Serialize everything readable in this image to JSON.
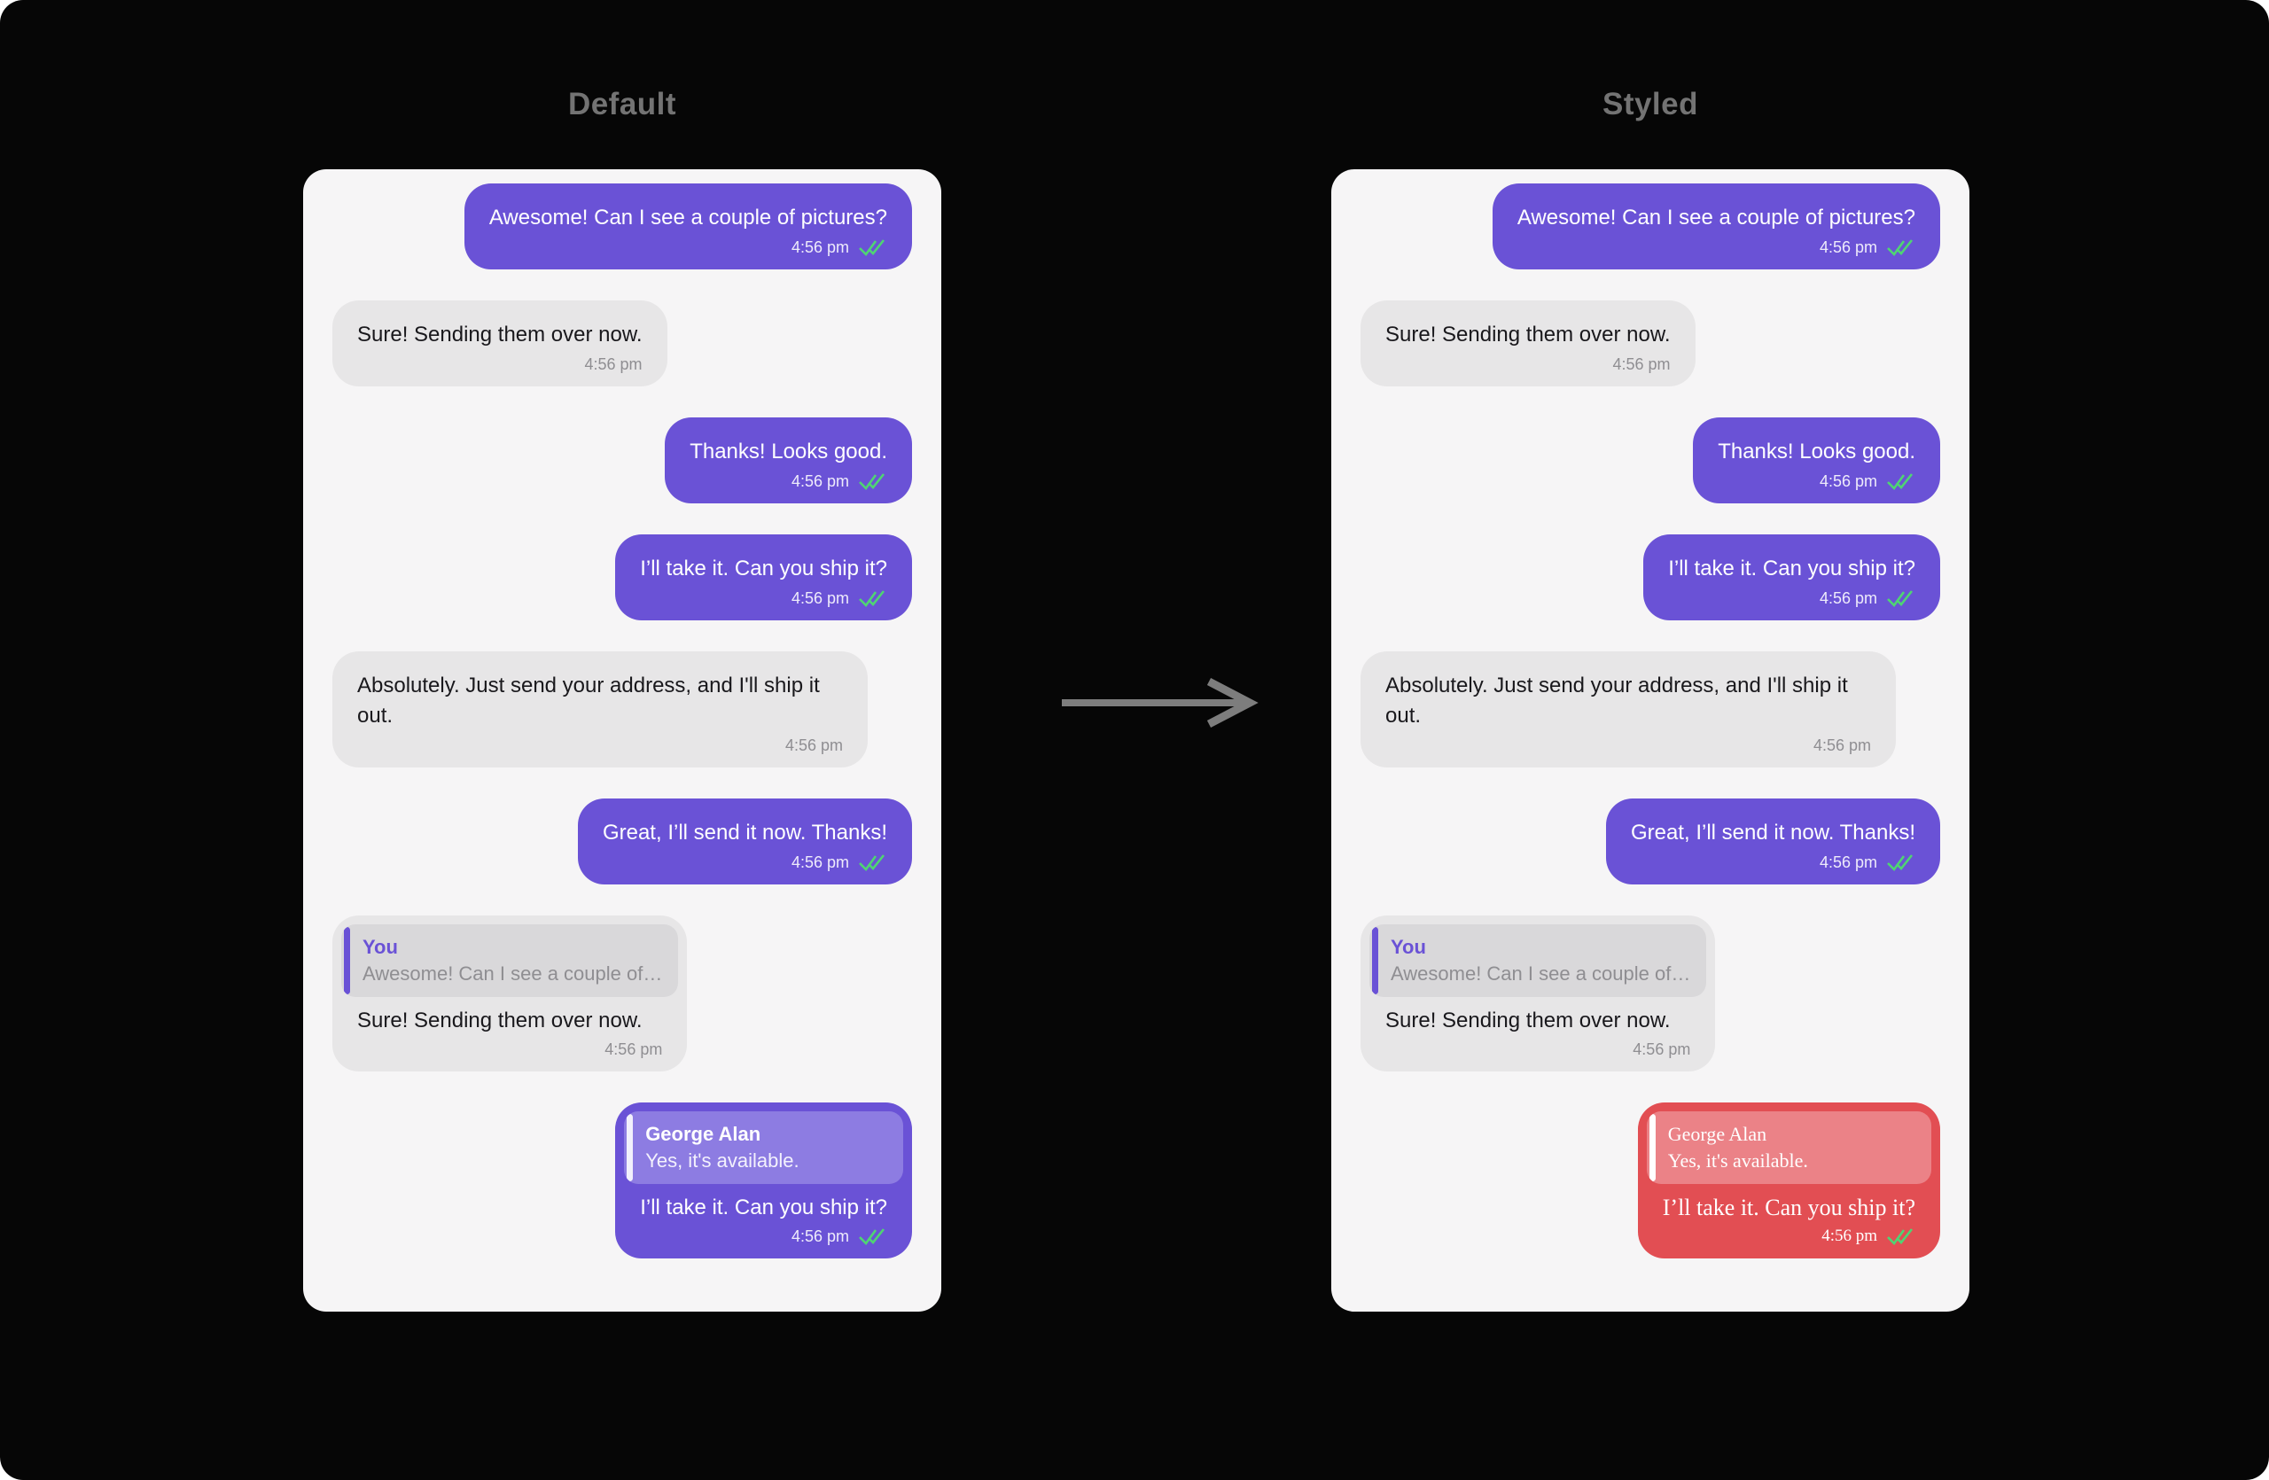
{
  "titles": {
    "default": "Default",
    "styled": "Styled"
  },
  "icons": {
    "read_receipt": "double-check",
    "transform_arrow": "arrow-right"
  },
  "colors": {
    "page_bg": "#060606",
    "panel_bg": "#f6f5f6",
    "title_gray": "#737373",
    "arrow_gray": "#7d7d7d",
    "accent_purple": "#6a52d6",
    "outgoing_bubble": "#6a52d6",
    "outgoing_quote_bg": "#8d7ce2",
    "incoming_bubble": "#e7e6e7",
    "incoming_quote_bg": "#d9d8da",
    "styled_bubble_red": "#e24e53",
    "styled_quote_bg": "#eb8287",
    "check_green": "#4fd473"
  },
  "messages": [
    {
      "direction": "out",
      "text": "Awesome! Can I see a couple of pictures?",
      "time": "4:56 pm",
      "receipt": "double-check"
    },
    {
      "direction": "in",
      "text": "Sure! Sending them over now.",
      "time": "4:56 pm"
    },
    {
      "direction": "out",
      "text": "Thanks! Looks good.",
      "time": "4:56 pm",
      "receipt": "double-check"
    },
    {
      "direction": "out",
      "text": "I’ll take it. Can you ship it?",
      "time": "4:56 pm",
      "receipt": "double-check"
    },
    {
      "direction": "in",
      "text": "Absolutely. Just send your address, and I'll ship it out.",
      "time": "4:56 pm"
    },
    {
      "direction": "out",
      "text": "Great, I’ll send it now. Thanks!",
      "time": "4:56 pm",
      "receipt": "double-check"
    },
    {
      "direction": "in",
      "reply_to": {
        "author": "You",
        "preview": "Awesome! Can I see a couple of…"
      },
      "text": "Sure! Sending them over now.",
      "time": "4:56 pm"
    },
    {
      "direction": "out",
      "reply_to": {
        "author": "George Alan",
        "preview": "Yes, it's available."
      },
      "text": "I’ll take it. Can you ship it?",
      "time": "4:56 pm",
      "receipt": "double-check"
    }
  ]
}
